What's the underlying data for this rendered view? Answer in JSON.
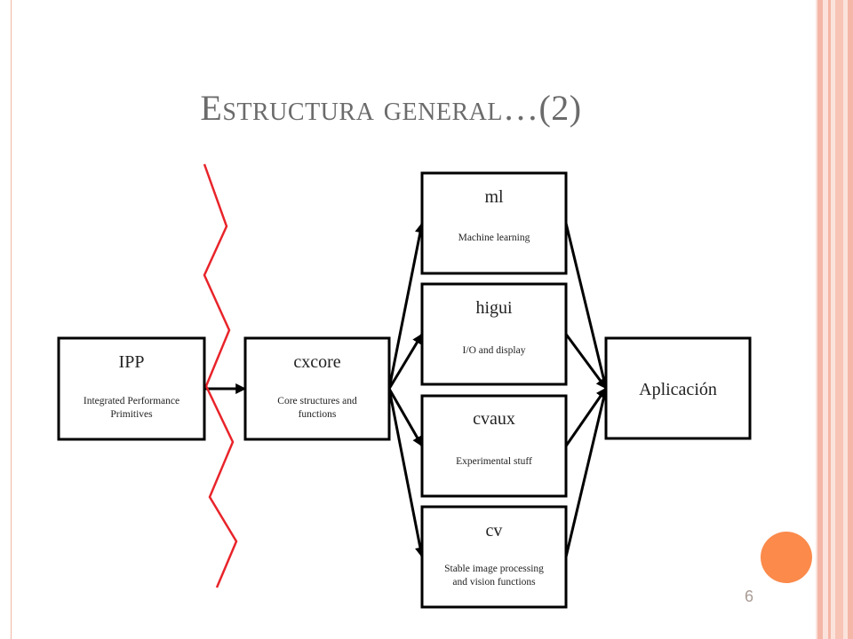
{
  "slide": {
    "title": "Estructura general…(2)",
    "page_mark": "6"
  },
  "colors": {
    "zigzag": "#e8242a",
    "stripe_light": "#fbe3dc",
    "stripe_mid": "#f4b6a6",
    "circle": "#fb8a4b",
    "title_gray": "#6b6b6b",
    "ipp_title": "#7a3b8f"
  },
  "diagram": {
    "nodes": {
      "ipp": {
        "title": "IPP",
        "desc_lines": [
          "Integrated Performance",
          "Primitives"
        ]
      },
      "cxcore": {
        "title": "cxcore",
        "desc_lines": [
          "Core structures and",
          "functions"
        ]
      },
      "ml": {
        "title": "ml",
        "desc_lines": [
          "Machine learning"
        ]
      },
      "higui": {
        "title": "higui",
        "desc_lines": [
          "I/O and display"
        ]
      },
      "cvaux": {
        "title": "cvaux",
        "desc_lines": [
          "Experimental stuff"
        ]
      },
      "cv": {
        "title": "cv",
        "desc_lines": [
          "Stable image processing",
          "and vision functions"
        ]
      },
      "app": {
        "title": "Aplicación",
        "desc_lines": []
      }
    },
    "edges": [
      {
        "from": "ipp",
        "to": "cxcore",
        "arrow": true
      },
      {
        "from": "cxcore",
        "to": "ml",
        "arrow": true
      },
      {
        "from": "cxcore",
        "to": "higui",
        "arrow": true
      },
      {
        "from": "cxcore",
        "to": "cvaux",
        "arrow": true
      },
      {
        "from": "cxcore",
        "to": "cv",
        "arrow": true
      },
      {
        "from": "ml",
        "to": "app",
        "arrow": true
      },
      {
        "from": "higui",
        "to": "app",
        "arrow": true
      },
      {
        "from": "cvaux",
        "to": "app",
        "arrow": true
      },
      {
        "from": "cv",
        "to": "app",
        "arrow": true
      }
    ]
  }
}
